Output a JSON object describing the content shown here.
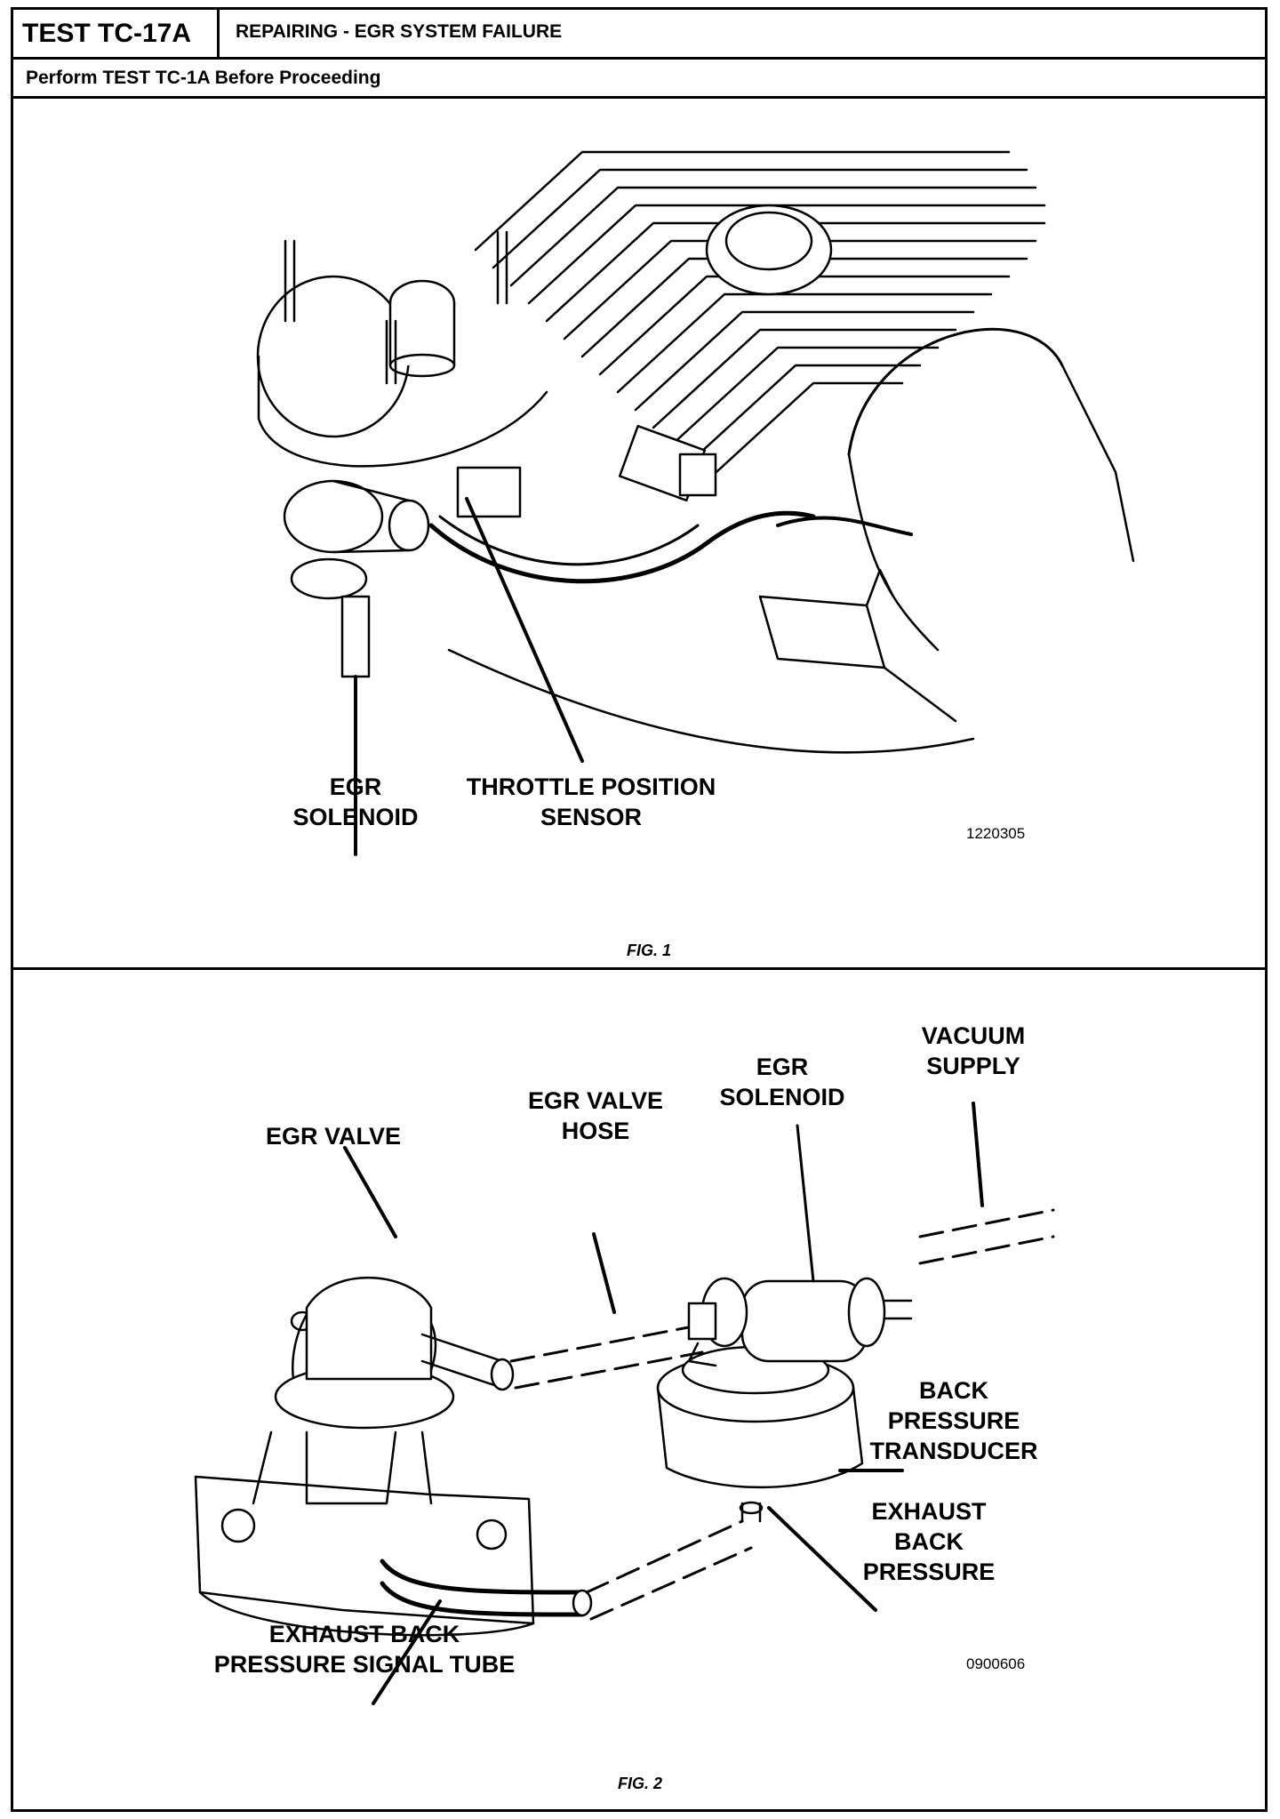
{
  "header": {
    "test_id": "TEST TC-17A",
    "title": "REPAIRING - EGR SYSTEM FAILURE",
    "instruction": "Perform TEST TC-1A Before Proceeding"
  },
  "figure1": {
    "labels": {
      "egr_solenoid": "EGR\nSOLENOID",
      "throttle_position_sensor": "THROTTLE POSITION\nSENSOR"
    },
    "code": "1220305",
    "caption": "FIG. 1"
  },
  "figure2": {
    "labels": {
      "egr_valve": "EGR VALVE",
      "egr_valve_hose": "EGR VALVE\nHOSE",
      "egr_solenoid": "EGR\nSOLENOID",
      "vacuum_supply": "VACUUM\nSUPPLY",
      "back_pressure_transducer": "BACK\nPRESSURE\nTRANSDUCER",
      "exhaust_back_pressure": "EXHAUST\nBACK\nPRESSURE",
      "signal_tube": "EXHAUST BACK\nPRESSURE SIGNAL TUBE"
    },
    "code": "0900606",
    "caption": "FIG. 2"
  }
}
